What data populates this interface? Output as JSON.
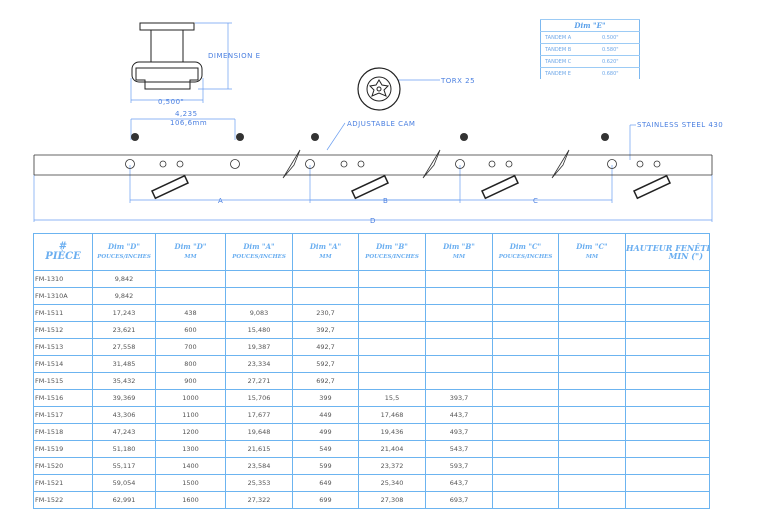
{
  "drawing": {
    "dimension_e_label": "DIMENSION E",
    "width_label": "0,500\"",
    "span_inches": "4,235",
    "span_mm": "106,6mm",
    "torx_label": "TORX 25",
    "cam_label": "ADJUSTABLE CAM",
    "steel_label": "STAINLESS STEEL 430",
    "dim_a": "A",
    "dim_b": "B",
    "dim_c": "C",
    "dim_d": "D"
  },
  "dim_e_table": {
    "title": "Dim \"E\"",
    "rows": [
      {
        "name": "TANDEM A",
        "value": "0.500\""
      },
      {
        "name": "TANDEM B",
        "value": "0.580\""
      },
      {
        "name": "TANDEM C",
        "value": "0.620\""
      },
      {
        "name": "TANDEM E",
        "value": "0.680\""
      }
    ]
  },
  "table": {
    "headers": [
      {
        "top": "#",
        "sub": "PIÈCE"
      },
      {
        "top": "Dim \"D\"",
        "sub": "POUCES/INCHES"
      },
      {
        "top": "Dim \"D\"",
        "sub": "MM"
      },
      {
        "top": "Dim \"A\"",
        "sub": "POUCES/INCHES"
      },
      {
        "top": "Dim \"A\"",
        "sub": "MM"
      },
      {
        "top": "Dim \"B\"",
        "sub": "POUCES/INCHES"
      },
      {
        "top": "Dim \"B\"",
        "sub": "MM"
      },
      {
        "top": "Dim \"C\"",
        "sub": "POUCES/INCHES"
      },
      {
        "top": "Dim \"C\"",
        "sub": "MM"
      },
      {
        "top": "HAUTEUR FENÊTRE",
        "sub": "MIN (\")"
      }
    ],
    "rows": [
      [
        "FM-1310",
        "9,842",
        "",
        "",
        "",
        "",
        "",
        "",
        "",
        ""
      ],
      [
        "FM-1310A",
        "9,842",
        "",
        "",
        "",
        "",
        "",
        "",
        "",
        ""
      ],
      [
        "FM-1511",
        "17,243",
        "438",
        "9,083",
        "230,7",
        "",
        "",
        "",
        "",
        ""
      ],
      [
        "FM-1512",
        "23,621",
        "600",
        "15,480",
        "392,7",
        "",
        "",
        "",
        "",
        ""
      ],
      [
        "FM-1513",
        "27,558",
        "700",
        "19,387",
        "492,7",
        "",
        "",
        "",
        "",
        ""
      ],
      [
        "FM-1514",
        "31,485",
        "800",
        "23,334",
        "592,7",
        "",
        "",
        "",
        "",
        ""
      ],
      [
        "FM-1515",
        "35,432",
        "900",
        "27,271",
        "692,7",
        "",
        "",
        "",
        "",
        ""
      ],
      [
        "FM-1516",
        "39,369",
        "1000",
        "15,706",
        "399",
        "15,5",
        "393,7",
        "",
        "",
        ""
      ],
      [
        "FM-1517",
        "43,306",
        "1100",
        "17,677",
        "449",
        "17,468",
        "443,7",
        "",
        "",
        ""
      ],
      [
        "FM-1518",
        "47,243",
        "1200",
        "19,648",
        "499",
        "19,436",
        "493,7",
        "",
        "",
        ""
      ],
      [
        "FM-1519",
        "51,180",
        "1300",
        "21,615",
        "549",
        "21,404",
        "543,7",
        "",
        "",
        ""
      ],
      [
        "FM-1520",
        "55,117",
        "1400",
        "23,584",
        "599",
        "23,372",
        "593,7",
        "",
        "",
        ""
      ],
      [
        "FM-1521",
        "59,054",
        "1500",
        "25,353",
        "649",
        "25,340",
        "643,7",
        "",
        "",
        ""
      ],
      [
        "FM-1522",
        "62,991",
        "1600",
        "27,322",
        "699",
        "27,308",
        "693,7",
        "",
        "",
        ""
      ]
    ]
  }
}
